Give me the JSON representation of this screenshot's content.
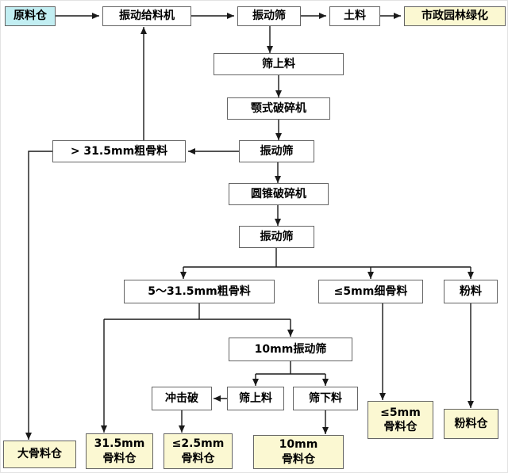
{
  "colors": {
    "raw_bin_bg": "#c2eef2",
    "product_bin_bg": "#fbf8d2",
    "process_bg": "#ffffff",
    "border": "#656565",
    "arrow": "#1a1a1a"
  },
  "nodes": {
    "raw_bin": {
      "label": "原料仓"
    },
    "vibrating_feeder": {
      "label": "振动给料机"
    },
    "vibrating_screen_1": {
      "label": "振动筛"
    },
    "soil": {
      "label": "土料"
    },
    "municipal_landscaping": {
      "label": "市政园林绿化"
    },
    "oversize_material_1": {
      "label": "筛上料"
    },
    "jaw_crusher": {
      "label": "颚式破碎机"
    },
    "vibrating_screen_2": {
      "label": "振动筛"
    },
    "coarse_aggregate_over_315": {
      "label": "> 31.5mm粗骨料"
    },
    "cone_crusher": {
      "label": "圆锥破碎机"
    },
    "vibrating_screen_3": {
      "label": "振动筛"
    },
    "coarse_aggregate_5_315": {
      "label": "5～31.5mm粗骨料"
    },
    "fine_aggregate_5": {
      "label": "≤5mm细骨料"
    },
    "powder": {
      "label": "粉料"
    },
    "vibrating_screen_10mm": {
      "label": "10mm振动筛"
    },
    "impact_crusher": {
      "label": "冲击破"
    },
    "oversize_material_2": {
      "label": "筛上料"
    },
    "undersize_material": {
      "label": "筛下料"
    },
    "bin_large_aggregate": {
      "label": "大骨料仓"
    },
    "bin_315": {
      "label": "31.5mm\n骨料仓"
    },
    "bin_25": {
      "label": "≤2.5mm\n骨料仓"
    },
    "bin_10": {
      "label": "10mm\n骨料仓"
    },
    "bin_5": {
      "label": "≤5mm\n骨料仓"
    },
    "bin_powder": {
      "label": "粉料仓"
    }
  }
}
